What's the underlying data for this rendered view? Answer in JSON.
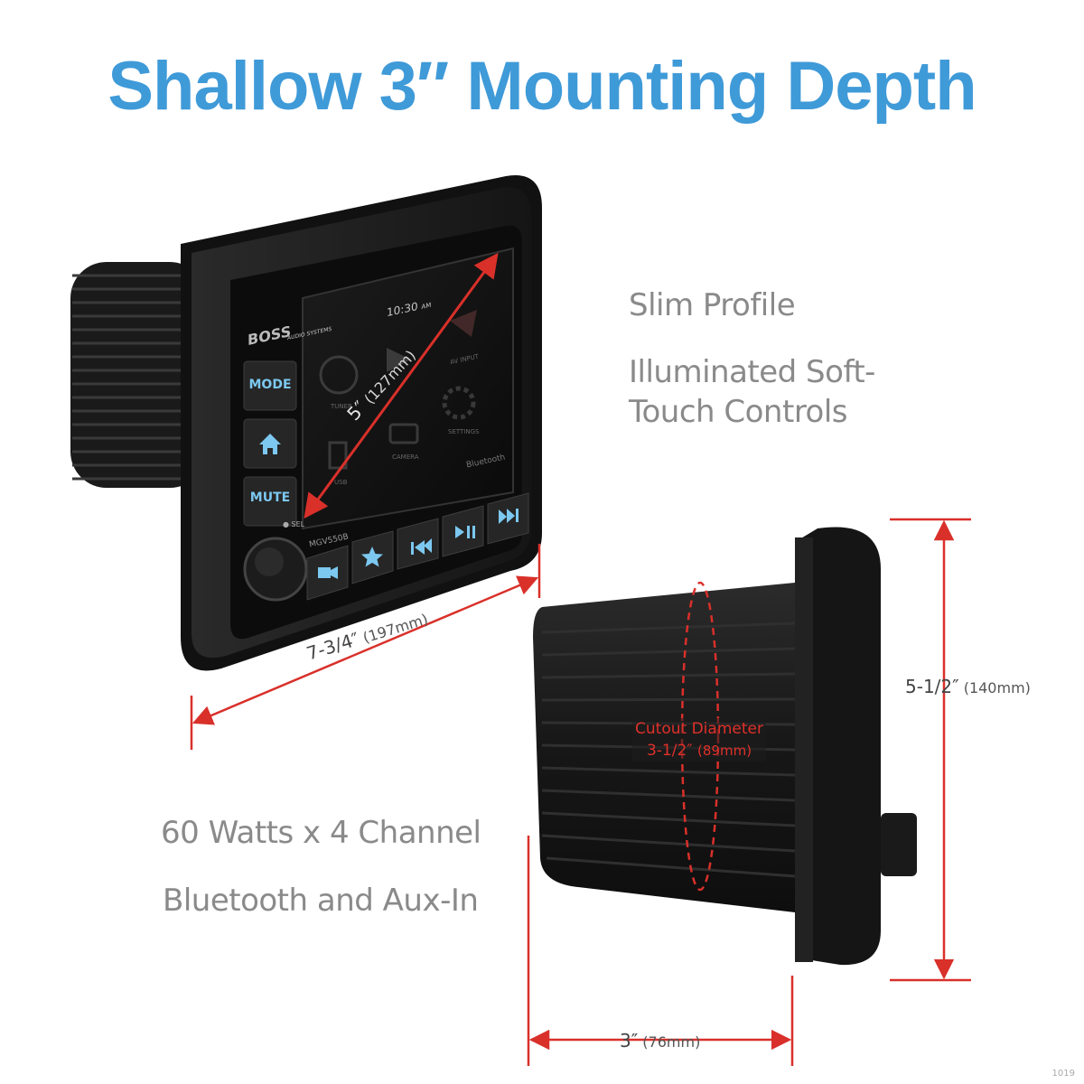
{
  "headline": "Shallow 3″ Mounting Depth",
  "features": {
    "slim": "Slim Profile",
    "illuminated": "Illuminated Soft-Touch Controls",
    "watts": "60 Watts x 4 Channel",
    "bluetooth": "Bluetooth and Aux-In"
  },
  "dimensions": {
    "diagonal": {
      "imperial": "5″",
      "metric": "(127mm)"
    },
    "width": {
      "imperial": "7-3/4″",
      "metric": "(197mm)"
    },
    "height": {
      "imperial": "5-1/2″",
      "metric": "(140mm)"
    },
    "depth": {
      "imperial": "3″",
      "metric": "(76mm)"
    },
    "cutout": {
      "title": "Cutout Diameter",
      "imperial": "3-1/2″",
      "metric": "(89mm)"
    }
  },
  "device": {
    "brand": "BOSS",
    "brand_sub": "AUDIO SYSTEMS",
    "model": "MGV550B",
    "clock": "10:30",
    "clock_ampm": "AM",
    "buttons": {
      "mode": "MODE",
      "mute": "MUTE",
      "sel": "SEL"
    },
    "menu": {
      "tuner": "TUNER",
      "usb": "USB",
      "camera": "CAMERA",
      "settings": "SETTINGS",
      "av_input": "AV INPUT",
      "bluetooth": "Bluetooth"
    }
  },
  "corner_id": "1019",
  "colors": {
    "headline": "#3f9ad8",
    "dimension_line": "#d9302a",
    "key_glow": "#7cc8f0",
    "body": "#1b1b1b"
  },
  "icons": [
    "home-icon",
    "camera-icon",
    "star-icon",
    "previous-track-icon",
    "play-pause-icon",
    "next-track-icon"
  ]
}
